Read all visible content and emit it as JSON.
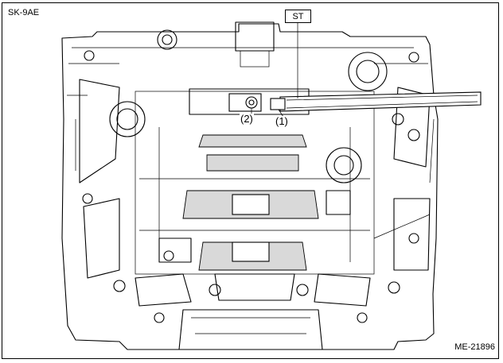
{
  "labels": {
    "model_code": "SK-9AE",
    "figure_code": "ME-21896",
    "tool_label": "ST",
    "callout_1": "(1)",
    "callout_2": "(2)"
  }
}
